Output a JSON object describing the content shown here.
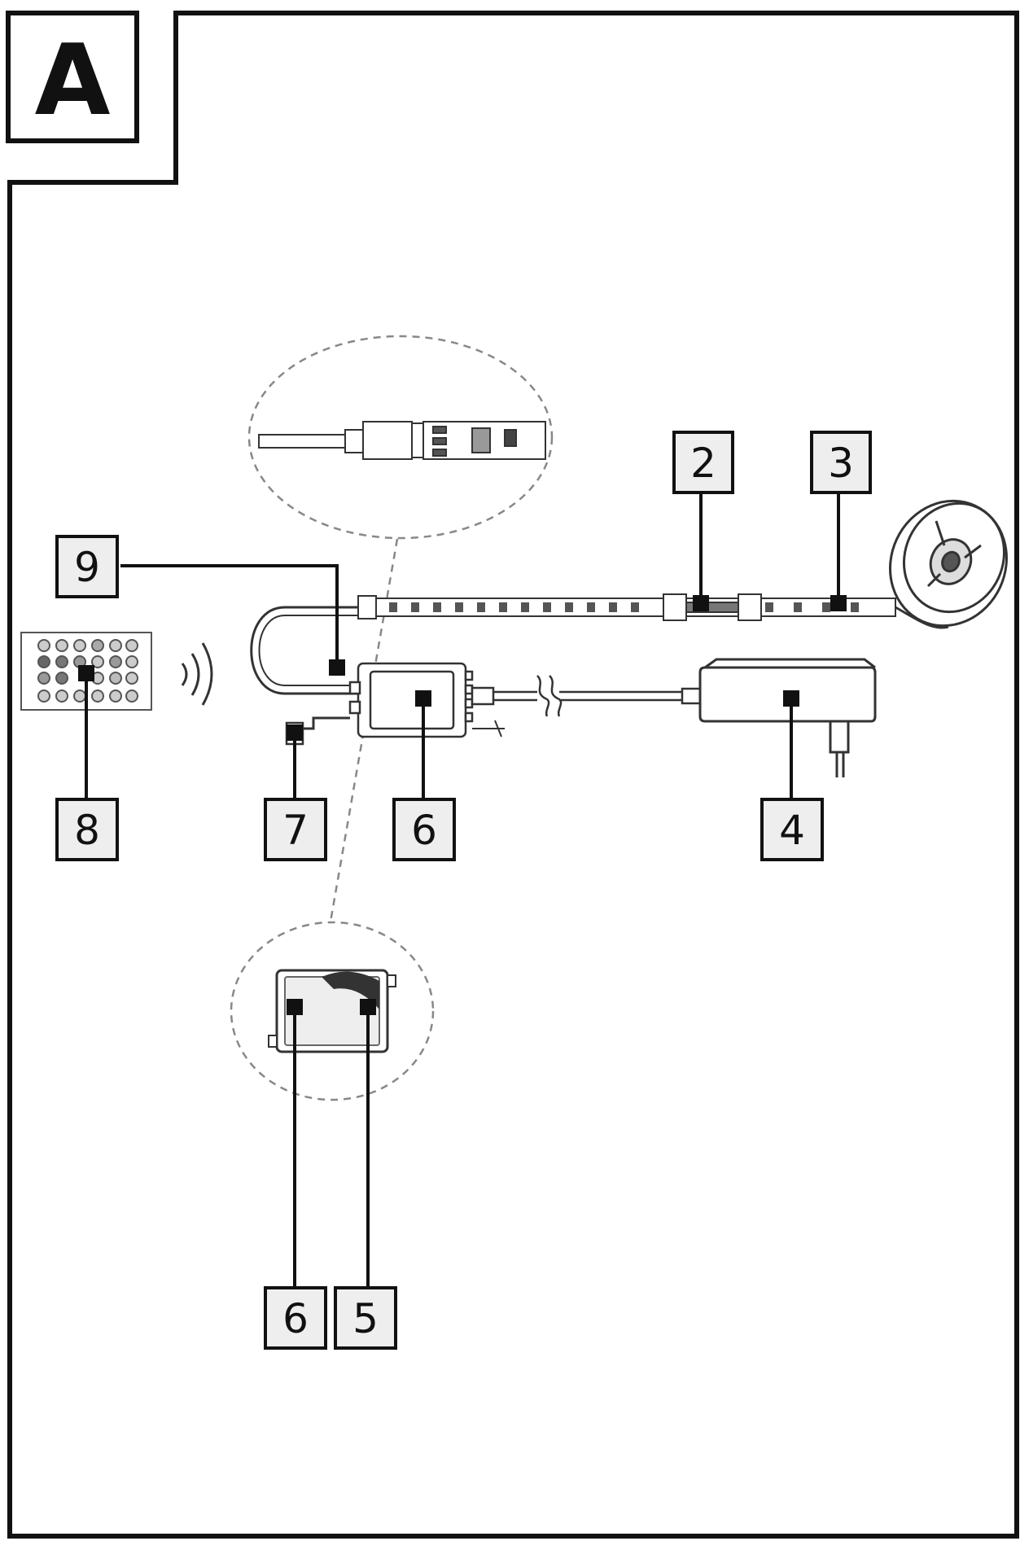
{
  "figure_label": "A",
  "callouts": [
    {
      "id": "callout-2",
      "label": "2"
    },
    {
      "id": "callout-3",
      "label": "3"
    },
    {
      "id": "callout-9",
      "label": "9"
    },
    {
      "id": "callout-8",
      "label": "8"
    },
    {
      "id": "callout-7",
      "label": "7"
    },
    {
      "id": "callout-6-top",
      "label": "6"
    },
    {
      "id": "callout-4",
      "label": "4"
    },
    {
      "id": "callout-6-bottom",
      "label": "6"
    },
    {
      "id": "callout-5",
      "label": "5"
    }
  ],
  "colors": {
    "ink": "#111111",
    "box_fill": "#eeeeee",
    "line_gray": "#555555",
    "dashed": "#888888"
  }
}
